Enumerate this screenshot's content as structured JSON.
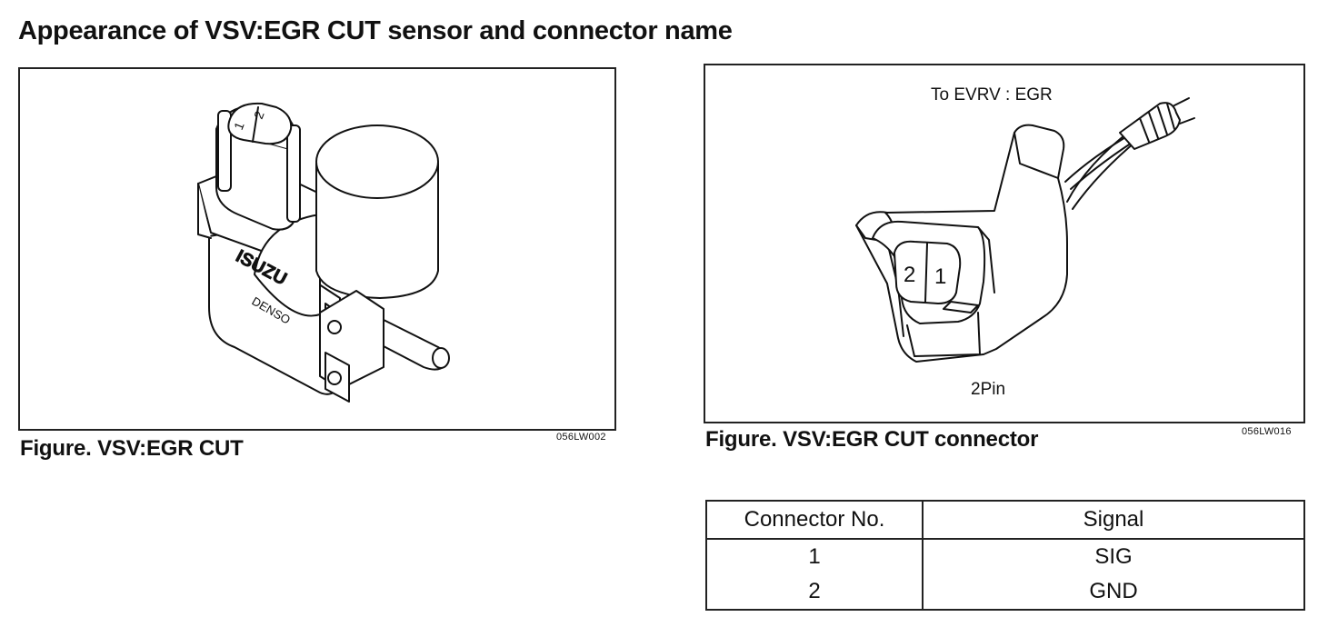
{
  "page": {
    "title": "Appearance of VSV:EGR CUT sensor and connector name"
  },
  "figure_left": {
    "brand_text": "ISUZU",
    "maker_text": "DENSO",
    "pin_one": "1",
    "pin_two": "2",
    "caption": "Figure. VSV:EGR CUT",
    "code": "056LW002"
  },
  "figure_right": {
    "top_label": "To EVRV : EGR",
    "bottom_label": "2Pin",
    "pin_two": "2",
    "pin_one": "1",
    "caption": "Figure. VSV:EGR CUT connector",
    "code": "056LW016"
  },
  "connector_table": {
    "headers": [
      "Connector No.",
      "Signal"
    ],
    "rows": [
      [
        "1",
        "SIG"
      ],
      [
        "2",
        "GND"
      ]
    ]
  }
}
